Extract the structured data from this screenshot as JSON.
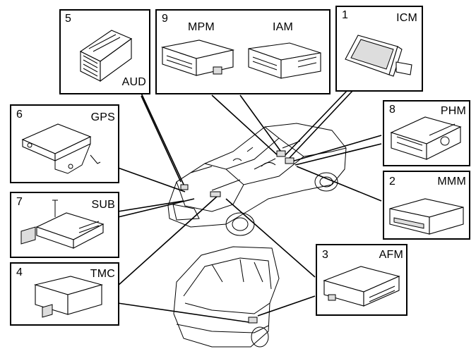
{
  "modules": [
    {
      "number": "1",
      "code": "ICM"
    },
    {
      "number": "2",
      "code": "MMM"
    },
    {
      "number": "3",
      "code": "AFM"
    },
    {
      "number": "4",
      "code": "TMC"
    },
    {
      "number": "5",
      "code": "AUD"
    },
    {
      "number": "6",
      "code": "GPS"
    },
    {
      "number": "7",
      "code": "SUB"
    },
    {
      "number": "8",
      "code": "PHM"
    },
    {
      "number": "9",
      "codes": [
        "MPM",
        "IAM"
      ]
    }
  ]
}
